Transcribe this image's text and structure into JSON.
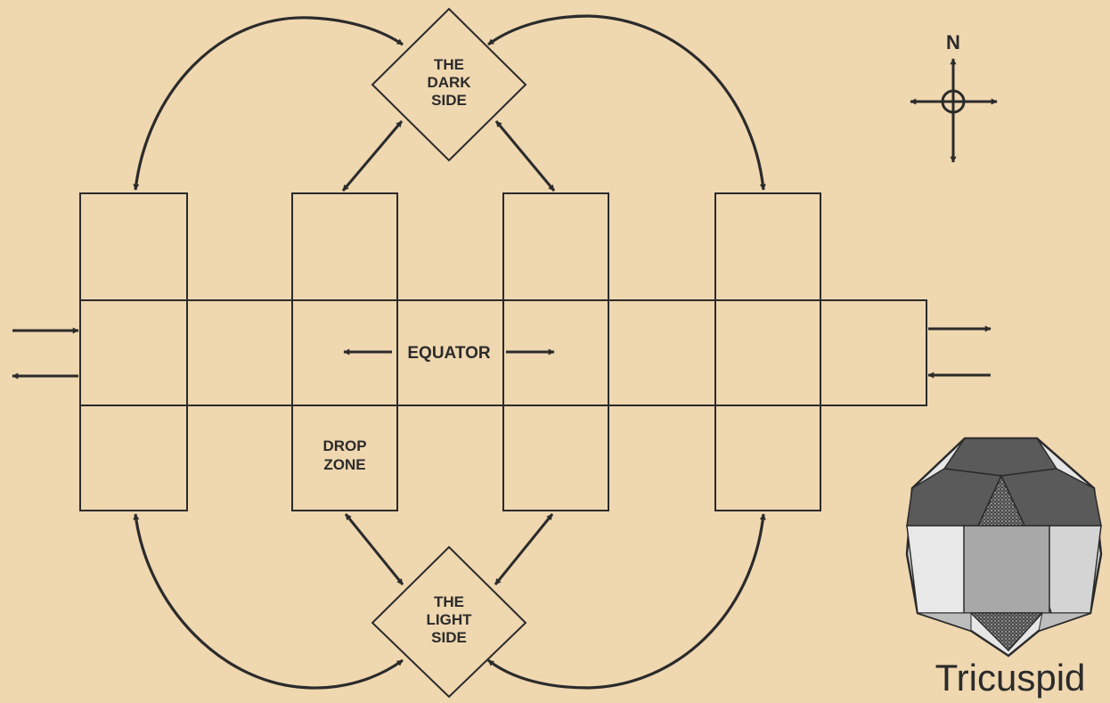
{
  "colors": {
    "background": "#efd7b0",
    "ink": "#2b2b2b",
    "shade_dark": "#5e5e5e",
    "shade_mid": "#a5a5a5",
    "shade_light": "#e6e6e6"
  },
  "map": {
    "dark_side": [
      "THE",
      "DARK",
      "SIDE"
    ],
    "light_side": [
      "THE",
      "LIGHT",
      "SIDE"
    ],
    "equator_label": "EQUATOR",
    "drop_zone": [
      "DROP",
      "ZONE"
    ],
    "compass_label": "N"
  },
  "shape": {
    "name": "Tricuspid"
  },
  "icons": {
    "compass": "compass-rose-icon",
    "solid": "polyhedron-icon"
  }
}
